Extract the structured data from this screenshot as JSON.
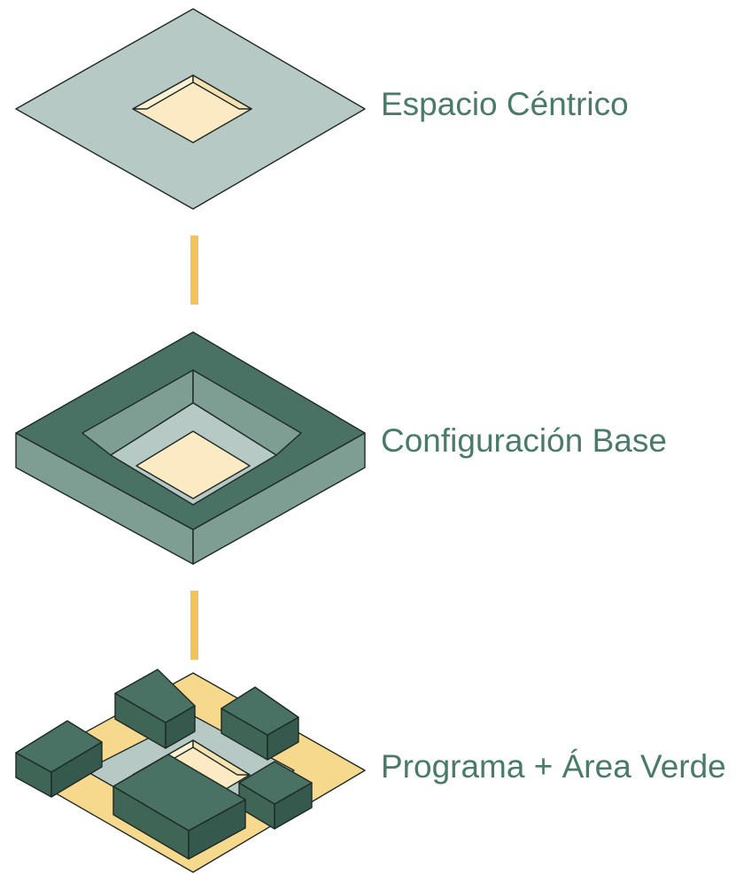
{
  "colors": {
    "label_text": "#4a7a68",
    "connector": "#f2c25c",
    "slab_top": "#b7c9c4",
    "dark_green": "#4a7264",
    "mid_green": "#7f9e93",
    "pale_yellow": "#fbeac4",
    "sand_yellow": "#f7d98e",
    "outline": "#1e2a26"
  },
  "layers": [
    {
      "id": "top",
      "label": "Espacio Céntrico"
    },
    {
      "id": "middle",
      "label": "Configuración Base"
    },
    {
      "id": "bottom",
      "label": "Programa + Área Verde"
    }
  ]
}
